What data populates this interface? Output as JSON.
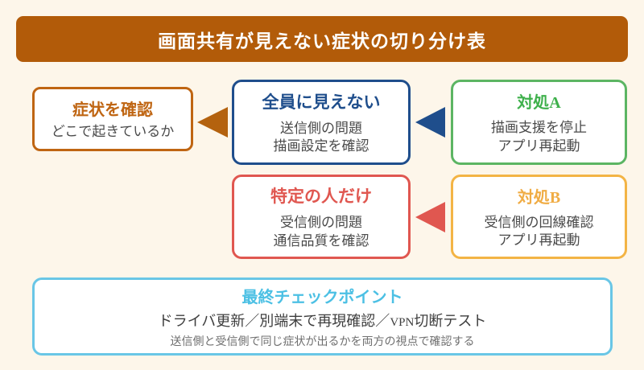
{
  "header": {
    "title": "画面共有が見えない症状の切り分け表"
  },
  "colors": {
    "background": "#fdf6ea",
    "header_bg": "#b25b09",
    "orange": "#bf6512",
    "blue": "#1f4e8c",
    "green": "#5cb563",
    "red": "#e05750",
    "amber": "#f3b445",
    "cyan": "#69c6e6"
  },
  "boxes": {
    "symptom": {
      "title": "症状を確認",
      "body": "どこで起きているか"
    },
    "all_users": {
      "title": "全員に見えない",
      "lines": [
        "送信側の問題",
        "描画設定を確認"
      ]
    },
    "fix_a": {
      "title_prefix": "対処",
      "title_letter": "A",
      "lines": [
        "描画支援を停止",
        "アプリ再起動"
      ]
    },
    "specific_users": {
      "title": "特定の人だけ",
      "lines": [
        "受信側の問題",
        "通信品質を確認"
      ]
    },
    "fix_b": {
      "title_prefix": "対処",
      "title_letter": "B",
      "lines": [
        "受信側の回線確認",
        "アプリ再起動"
      ]
    },
    "final_check": {
      "title": "最終チェックポイント",
      "line1_parts": [
        "ドライバ更新／別端末で再現確認／",
        "VPN",
        "切断テスト"
      ],
      "line2": "送信側と受信側で同じ症状が出るかを両方の視点で確認する"
    }
  }
}
